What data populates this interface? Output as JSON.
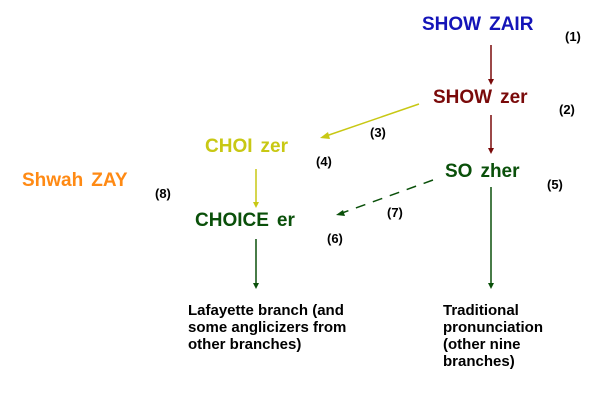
{
  "colors": {
    "blue": "#1414b8",
    "darkred": "#7a0a0a",
    "olive": "#c8c814",
    "green": "#0a500a",
    "orange": "#ff8a14",
    "black": "#000000"
  },
  "nodes": [
    {
      "id": 1,
      "text_a": "SHOW",
      "text_b": "ZAIR",
      "index": "(1)",
      "color": "blue"
    },
    {
      "id": 2,
      "text_a": "SHOW",
      "text_b": "zer",
      "index": "(2)",
      "color": "darkred"
    },
    {
      "id": 4,
      "text_a": "CHOI",
      "text_b": "zer",
      "index": "(4)",
      "color": "olive"
    },
    {
      "id": 5,
      "text_a": "SO",
      "text_b": "zher",
      "index": "(5)",
      "color": "green"
    },
    {
      "id": 6,
      "text_a": "CHOICE",
      "text_b": "er",
      "index": "(6)",
      "color": "green"
    },
    {
      "id": 8,
      "text_a": "Shwah",
      "text_b": "ZAY",
      "index": "(8)",
      "color": "orange"
    }
  ],
  "edges": [
    {
      "from": 1,
      "to": 2,
      "style": "solid",
      "color": "darkred",
      "label": ""
    },
    {
      "from": 2,
      "to": 4,
      "style": "solid",
      "color": "olive",
      "label": "(3)"
    },
    {
      "from": 2,
      "to": 5,
      "style": "solid",
      "color": "darkred",
      "label": ""
    },
    {
      "from": 4,
      "to": 6,
      "style": "solid",
      "color": "olive",
      "label": ""
    },
    {
      "from": 5,
      "to": 6,
      "style": "dashed",
      "color": "green",
      "label": "(7)"
    },
    {
      "from": 6,
      "to": "lafayette",
      "style": "solid",
      "color": "green",
      "label": ""
    },
    {
      "from": 5,
      "to": "traditional",
      "style": "solid",
      "color": "green",
      "label": ""
    }
  ],
  "edge_labels": {
    "e3": "(3)",
    "e7": "(7)"
  },
  "notes": {
    "lafayette": "Lafayette branch (and some anglicizers from other branches)",
    "traditional": "Traditional pronunciation (other nine branches)"
  }
}
